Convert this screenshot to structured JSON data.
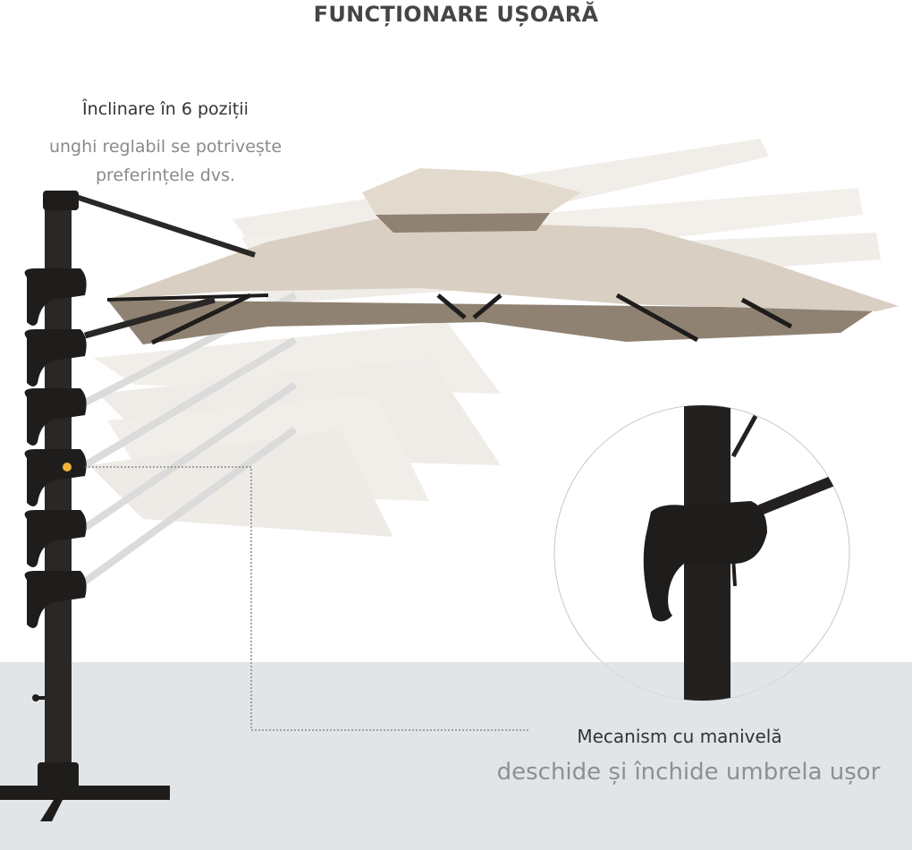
{
  "header": {
    "title": "FUNCȚIONARE UȘOARĂ"
  },
  "features": [
    {
      "title": "Înclinare în 6 poziții",
      "description_line1": "unghi reglabil se potrivește",
      "description_line2": "preferințele dvs."
    },
    {
      "title": "Mecanism cu manivelă",
      "description": "deschide și închide umbrela ușor"
    }
  ],
  "colors": {
    "canopy": "#d9cfc2",
    "canopy_under": "#8f8272",
    "frame": "#1f1d1b",
    "floor": "#e2e5e8",
    "highlight_dot": "#f2b33d"
  },
  "illustration": {
    "tilt_positions": 6,
    "detail_callout": "crank-mechanism-closeup"
  }
}
